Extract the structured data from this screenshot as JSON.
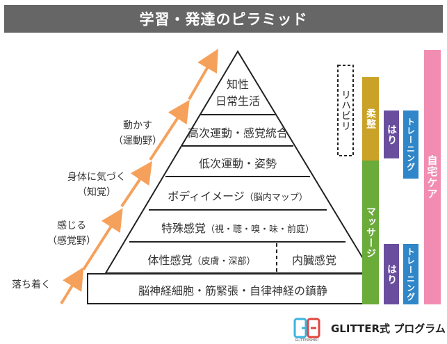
{
  "title": "学習・発達のピラミッド",
  "pyramid_levels": [
    {
      "main": "知性",
      "main2": "日常生活"
    },
    {
      "main": "高次運動・感覚統合"
    },
    {
      "main": "低次運動・姿勢"
    },
    {
      "main": "ボディイメージ",
      "sub": "（脳内マップ）"
    },
    {
      "main": "特殊感覚",
      "sub": "（視・聴・嗅・味・前庭）"
    },
    {
      "main": "体性感覚",
      "sub": "（皮膚・深部）",
      "main_right": "内臓感覚"
    },
    {
      "main": "脳神経細胞・筋緊張・自律神経の鎮静"
    }
  ],
  "side_labels": {
    "move": "動かす",
    "move_sub": "（運動野）",
    "aware": "身体に気づく",
    "aware_sub": "（知覚）",
    "feel": "感じる",
    "feel_sub": "（感覚野）",
    "calm": "落ち着く"
  },
  "bars": {
    "rehab": "リハビリ",
    "judo": "柔整",
    "massage": "マッサージ",
    "hari_top": "はり",
    "hari_bottom": "はり",
    "training_top": "トレーニング",
    "training_bottom": "トレーニング",
    "self_care": "自宅ケア"
  },
  "colors": {
    "judo": "#c9a227",
    "massage": "#6aab3a",
    "hari": "#6a4e9e",
    "training": "#2f86c8",
    "self_care": "#f28db1",
    "arrow": "#f5a15c"
  },
  "logo": {
    "brand": "GLITTER式 プログラム",
    "sub": "GLITTERSHIKI"
  }
}
